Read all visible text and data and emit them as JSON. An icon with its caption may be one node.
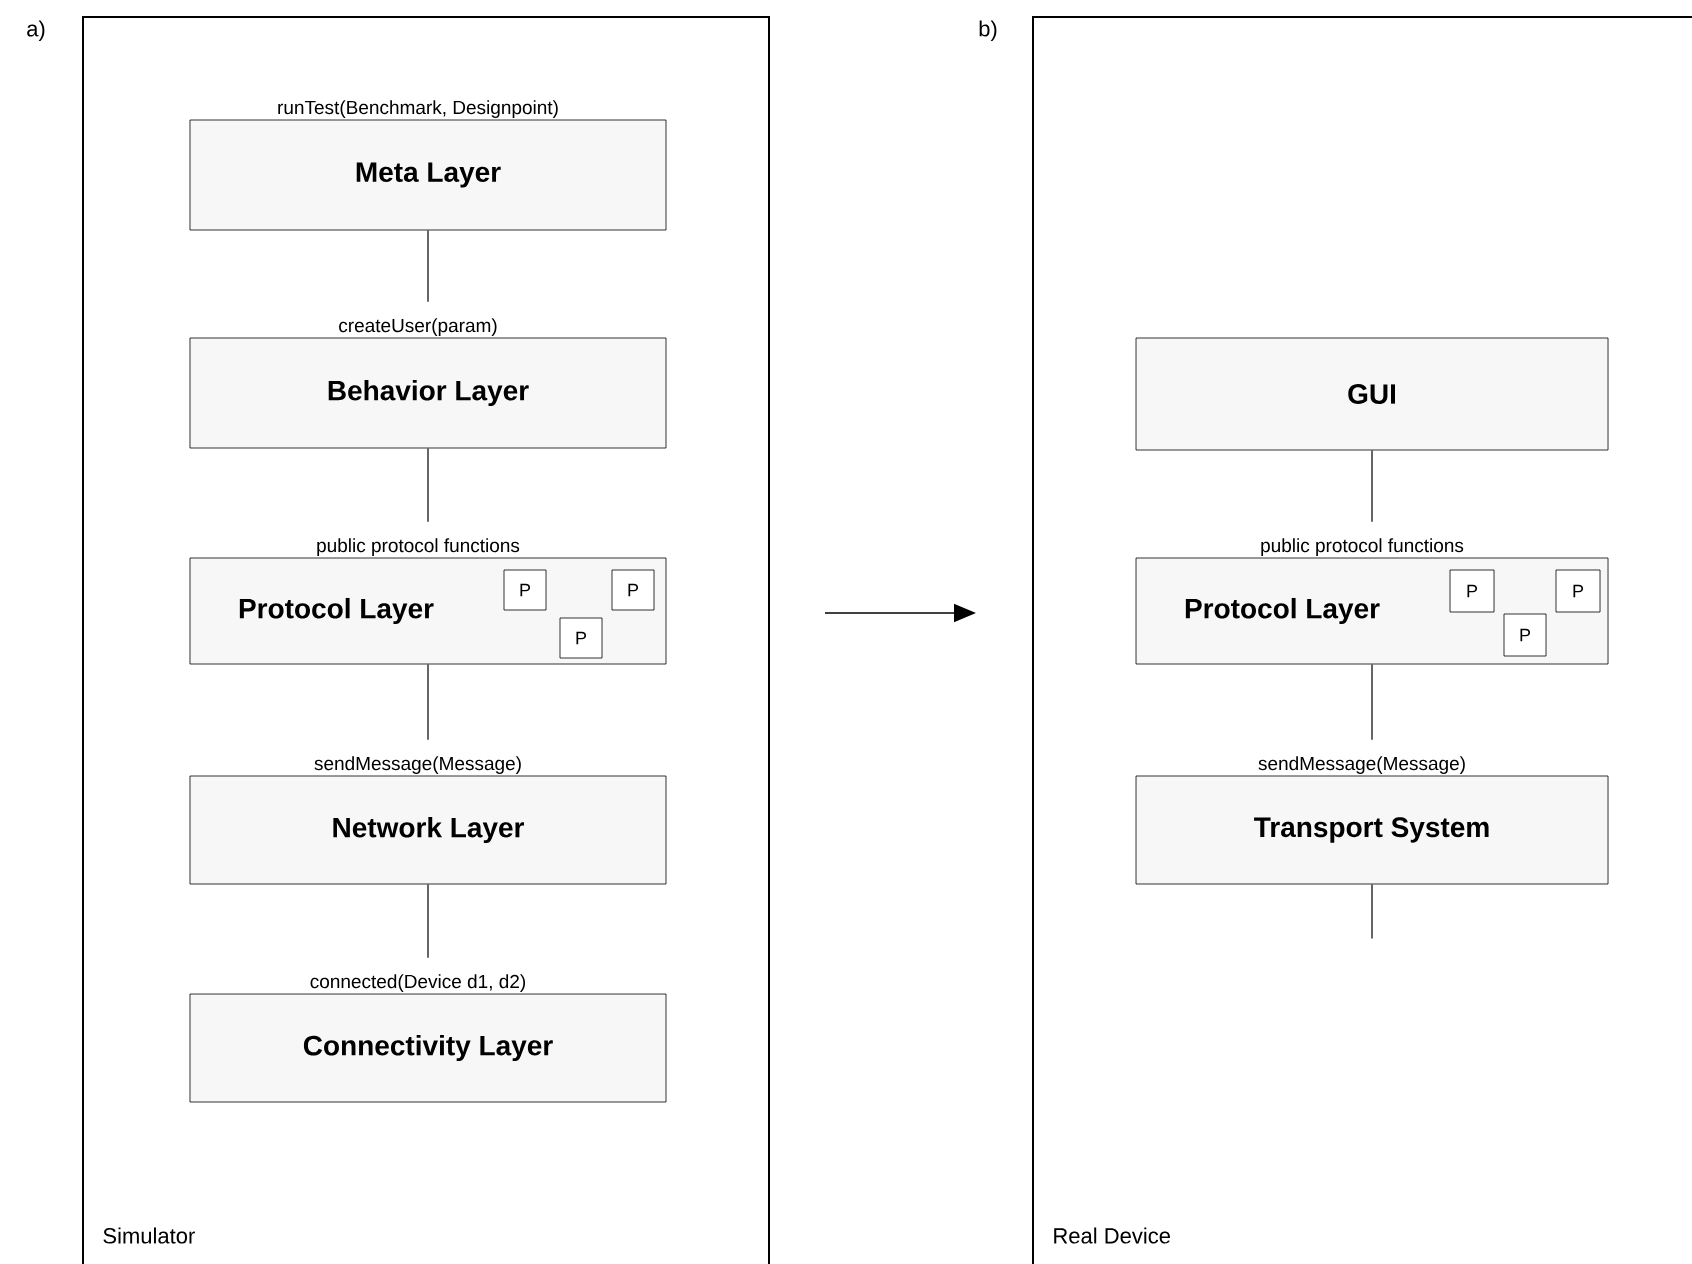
{
  "diagram": {
    "nodes": [
      {
        "text": [
          "Simulator"
        ]
      },
      {
        "text": [
          "Meta Layer"
        ],
        "in": 0,
        "beside": [
          "runTest(Benchmark, Designpoint)"
        ]
      },
      {
        "text": [
          "Behavior Layer"
        ],
        "in": 0,
        "beside": [
          "createUser(param)"
        ]
      },
      {
        "text": [
          "Protocol Layer"
        ],
        "in": 0,
        "beside": [
          "public protocol functions"
        ]
      },
      {
        "text": [
          "P"
        ],
        "in": 3
      },
      {
        "text": [
          "P"
        ],
        "in": 3
      },
      {
        "text": [
          "P"
        ],
        "in": 3
      },
      {
        "text": [
          "Network Layer"
        ],
        "in": 0,
        "beside": [
          "sendMessage(Message)"
        ]
      },
      {
        "text": [
          "Connectivity Layer"
        ],
        "in": 0,
        "beside": [
          "connected(Device d1, d2)"
        ]
      },
      {
        "text": [
          "Real Device"
        ]
      },
      {
        "text": [
          "GUI"
        ],
        "in": 9
      },
      {
        "text": [
          "Protocol Layer"
        ],
        "in": 9,
        "beside": [
          "public protocol functions"
        ]
      },
      {
        "text": [
          "P"
        ],
        "in": 11
      },
      {
        "text": [
          "P"
        ],
        "in": 11
      },
      {
        "text": [
          "P"
        ],
        "in": 11
      },
      {
        "text": [
          "Transport System"
        ],
        "in": 9,
        "beside": [
          "sendMessage(Message)"
        ]
      }
    ],
    "edges": [
      {
        "from": 1,
        "to": 2,
        "arrow": "none"
      },
      {
        "from": 2,
        "to": 3,
        "arrow": "none"
      },
      {
        "from": 3,
        "to": 7,
        "arrow": "none"
      },
      {
        "from": 7,
        "to": 8,
        "arrow": "none"
      },
      {
        "from": 10,
        "to": 11,
        "arrow": "none"
      },
      {
        "from": 11,
        "to": 15,
        "arrow": "none"
      },
      {
        "from": 15,
        "to": null,
        "arrow": "none"
      },
      {
        "from": 0,
        "to": 9,
        "arrow": "to"
      }
    ],
    "labels": [
      "a)",
      "b)"
    ]
  }
}
